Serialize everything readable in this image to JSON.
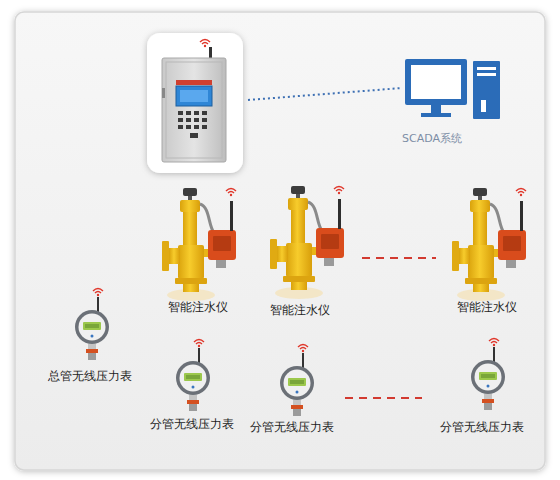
{
  "diagram": {
    "nodes": [
      {
        "text": [
          "SCADA系统"
        ]
      },
      {
        "text": [
          "智能注水仪"
        ]
      },
      {
        "text": [
          "智能注水仪"
        ]
      },
      {
        "text": [
          "智能注水仪"
        ]
      },
      {
        "text": [
          "总管无线压力表"
        ]
      },
      {
        "text": [
          "分管无线压力表"
        ]
      },
      {
        "text": [
          "分管无线压力表"
        ]
      },
      {
        "text": [
          "分管无线压力表"
        ]
      }
    ]
  }
}
